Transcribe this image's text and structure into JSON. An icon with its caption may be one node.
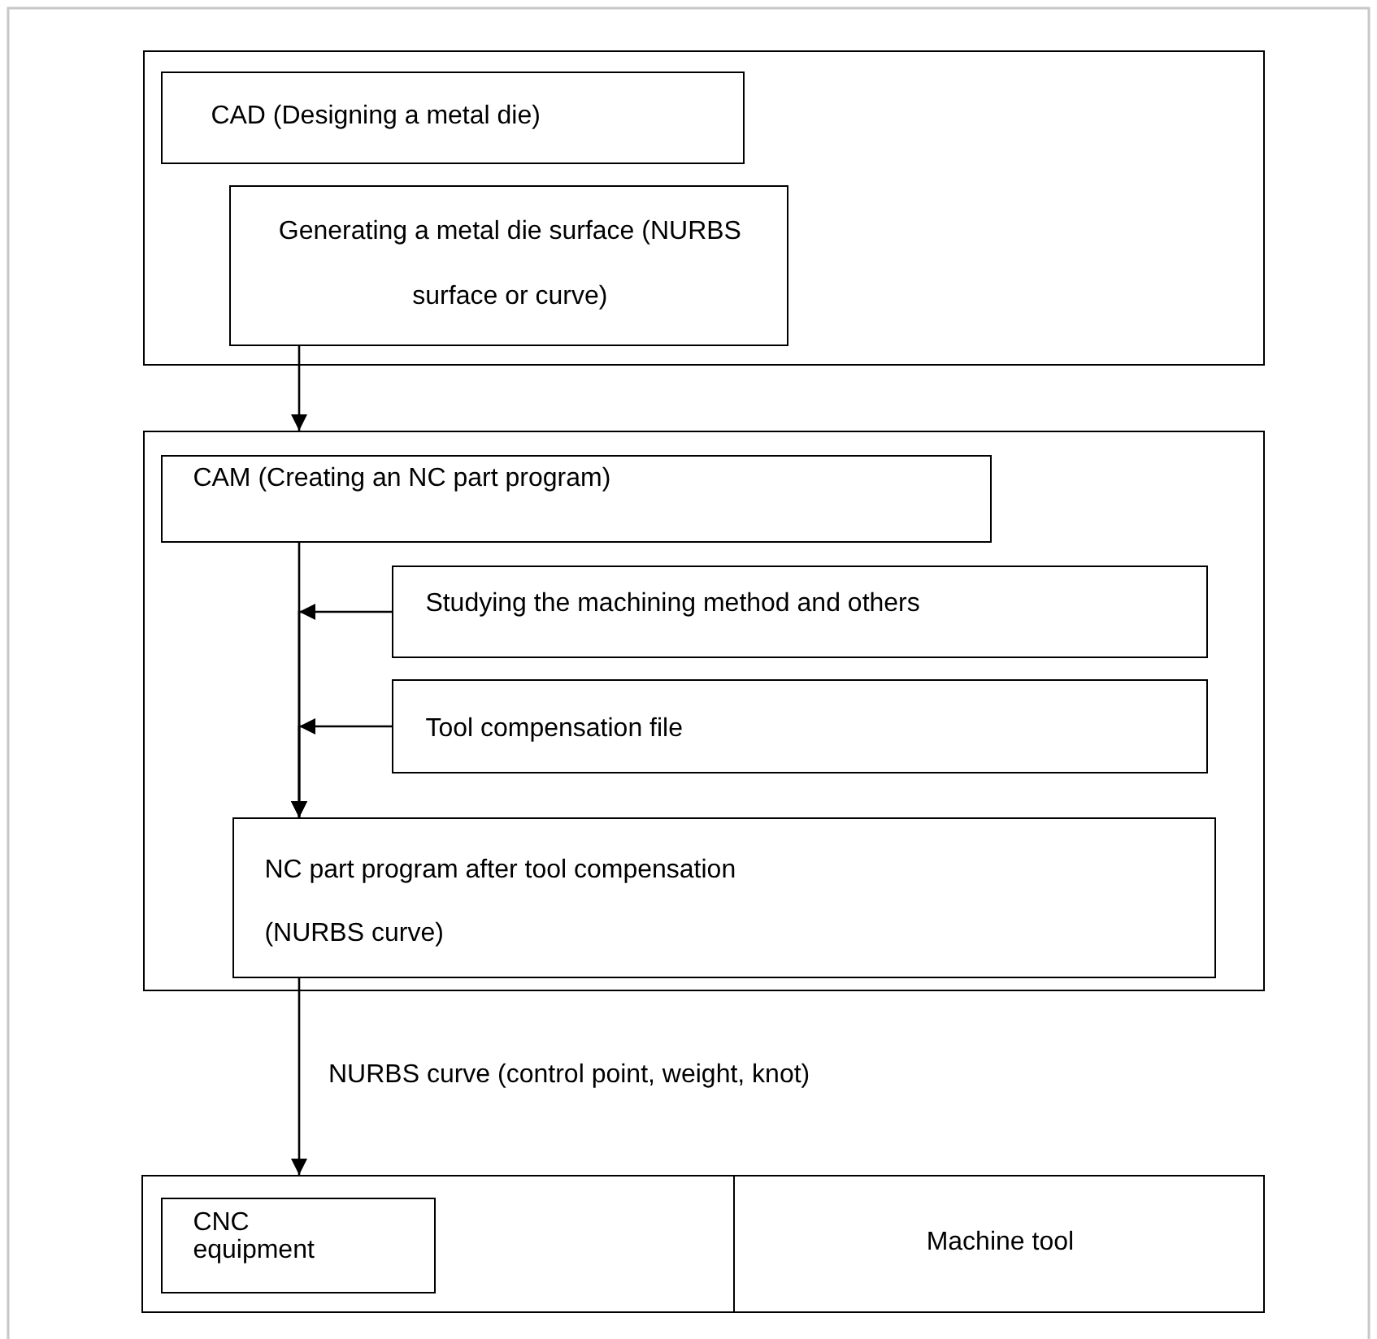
{
  "diagram": {
    "nodes": [
      {
        "text": [],
        "shape": "box"
      },
      {
        "text": [
          "CAD (Designing a metal die)"
        ],
        "in": 0
      },
      {
        "text": [
          "Generating a metal die surface (NURBS surface or curve)"
        ],
        "in": 0
      },
      {
        "text": [],
        "shape": "box"
      },
      {
        "text": [
          "CAM (Creating an NC part program)"
        ],
        "in": 3
      },
      {
        "text": [
          "Studying the machining method and others"
        ],
        "in": 3
      },
      {
        "text": [
          "Tool compensation file"
        ],
        "in": 3
      },
      {
        "text": [
          "NC part program after tool compensation (NURBS curve)"
        ],
        "in": 3
      },
      {
        "text": [],
        "shape": "box"
      },
      {
        "text": [
          "CNC equipment"
        ],
        "in": 8
      },
      {
        "text": [
          "Machine tool"
        ],
        "in": 8
      }
    ],
    "edges": [
      {
        "from": 2,
        "to": 3,
        "arrow": "to"
      },
      {
        "from": 4,
        "to": 7,
        "arrow": "to"
      },
      {
        "from": 5,
        "to": 7,
        "arrow": "to"
      },
      {
        "from": 6,
        "to": 7,
        "arrow": "to"
      },
      {
        "from": 7,
        "to": 8,
        "arrow": "to",
        "label": "NURBS curve (control point, weight, knot)"
      }
    ]
  }
}
